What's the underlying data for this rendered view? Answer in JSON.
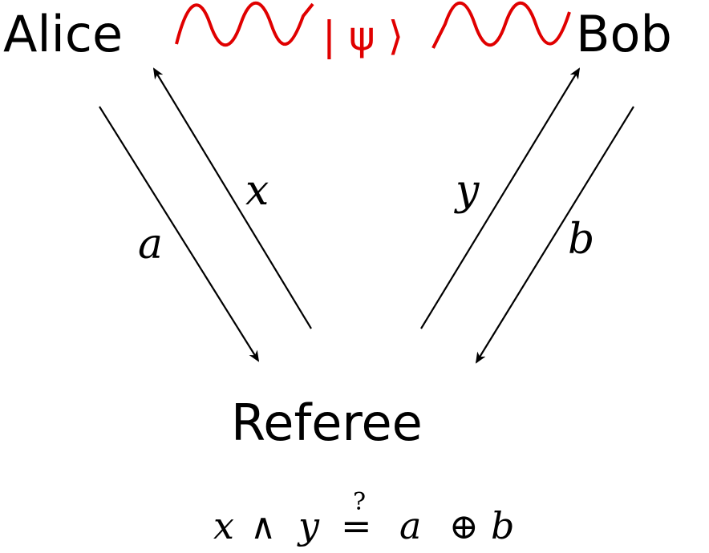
{
  "nodes": {
    "alice": "Alice",
    "bob": "Bob",
    "referee": "Referee"
  },
  "entangled_state": {
    "label": "| ψ ⟩",
    "color": "#e00000"
  },
  "arrows": {
    "alice_to_referee_label": "a",
    "referee_to_alice_label": "x",
    "referee_to_bob_label": "y",
    "bob_to_referee_label": "b"
  },
  "condition": {
    "x": "x",
    "and": "∧",
    "y": "y",
    "question": "?",
    "equals": "=",
    "a": "a",
    "xor": "⊕",
    "b": "b"
  },
  "colors": {
    "ink": "#000000",
    "wave": "#e00000"
  }
}
